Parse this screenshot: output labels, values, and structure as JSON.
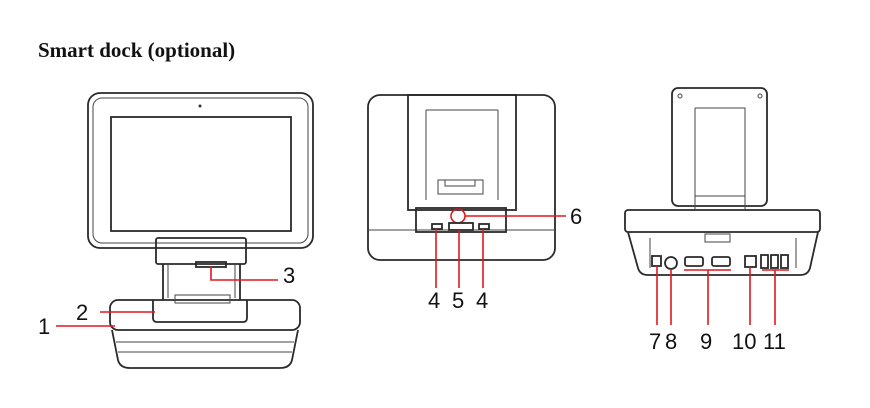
{
  "title": "Smart dock (optional)",
  "callouts": {
    "c1": "1",
    "c2": "2",
    "c3": "3",
    "c4a": "4",
    "c5": "5",
    "c4b": "4",
    "c6": "6",
    "c7": "7",
    "c8": "8",
    "c9": "9",
    "c10": "10",
    "c11": "11"
  },
  "colors": {
    "callout_line": "#e0191f",
    "drawing": "#222222"
  }
}
